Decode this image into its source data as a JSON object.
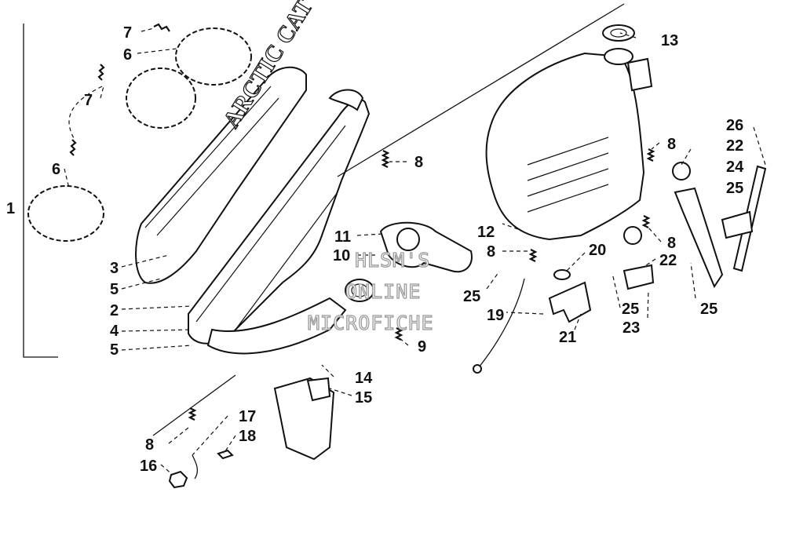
{
  "labels": [
    {
      "id": "1",
      "text": "1"
    },
    {
      "id": "2",
      "text": "2"
    },
    {
      "id": "3",
      "text": "3"
    },
    {
      "id": "4",
      "text": "4"
    },
    {
      "id": "5a",
      "text": "5"
    },
    {
      "id": "5b",
      "text": "5"
    },
    {
      "id": "6a",
      "text": "6"
    },
    {
      "id": "6b",
      "text": "6"
    },
    {
      "id": "7a",
      "text": "7"
    },
    {
      "id": "7b",
      "text": "7"
    },
    {
      "id": "8a",
      "text": "8"
    },
    {
      "id": "8b",
      "text": "8"
    },
    {
      "id": "8c",
      "text": "8"
    },
    {
      "id": "8d",
      "text": "8"
    },
    {
      "id": "8e",
      "text": "8"
    },
    {
      "id": "9",
      "text": "9"
    },
    {
      "id": "10",
      "text": "10"
    },
    {
      "id": "11",
      "text": "11"
    },
    {
      "id": "12",
      "text": "12"
    },
    {
      "id": "13",
      "text": "13"
    },
    {
      "id": "14",
      "text": "14"
    },
    {
      "id": "15",
      "text": "15"
    },
    {
      "id": "16",
      "text": "16"
    },
    {
      "id": "17",
      "text": "17"
    },
    {
      "id": "18",
      "text": "18"
    },
    {
      "id": "19",
      "text": "19"
    },
    {
      "id": "20",
      "text": "20"
    },
    {
      "id": "21",
      "text": "21"
    },
    {
      "id": "22a",
      "text": "22"
    },
    {
      "id": "22b",
      "text": "22"
    },
    {
      "id": "23",
      "text": "23"
    },
    {
      "id": "24",
      "text": "24"
    },
    {
      "id": "25a",
      "text": "25"
    },
    {
      "id": "25b",
      "text": "25"
    },
    {
      "id": "25c",
      "text": "25"
    },
    {
      "id": "25d",
      "text": "25"
    },
    {
      "id": "26",
      "text": "26"
    }
  ],
  "brand_text": "ARCTIC CAT",
  "watermark": [
    "HLSM'S",
    "ONLINE",
    "MICROFICHE"
  ]
}
